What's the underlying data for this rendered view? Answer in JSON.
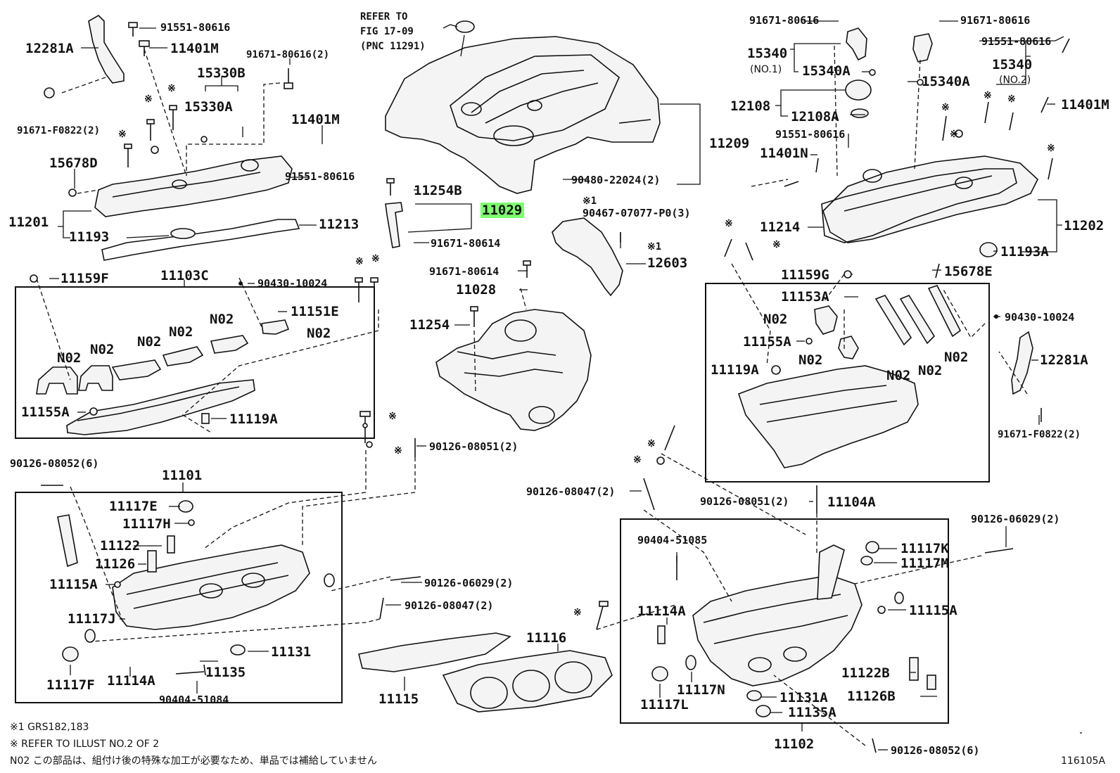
{
  "refer": {
    "l1": "REFER TO",
    "l2": "FIG 17-09",
    "l3": "(PNC 11291)"
  },
  "labels": {
    "p12281A_l": "12281A",
    "p91551_80616_a": "91551-80616",
    "p11401M_a": "11401M",
    "p91671_80616_2_a": "91671-80616(2)",
    "p15330B": "15330B",
    "p15330A": "15330A",
    "p91671_F0822_2_a": "91671-F0822(2)",
    "p11401M_b": "11401M",
    "p15678D": "15678D",
    "p91551_80616_b": "91551-80616",
    "p11201": "11201",
    "p11193": "11193",
    "p11213": "11213",
    "p11159F": "11159F",
    "p11103C": "11103C",
    "p90430_10024_a": "90430-10024",
    "p11151E": "11151E",
    "p11155A_l": "11155A",
    "p11119A_l": "11119A",
    "p11254B": "11254B",
    "p11029": "11029",
    "p91671_80614_a": "91671-80614",
    "p91671_80614_b": "91671-80614",
    "p11028": "11028",
    "p11254": "11254",
    "p90480": "90480-22024(2)",
    "p11209": "11209",
    "p90467": "90467-07077-P0(3)",
    "p12603": "12603",
    "p90126_08051_2_a": "90126-08051(2)",
    "p90126_08052_6_a": "90126-08052(6)",
    "p11101": "11101",
    "p11117E": "11117E",
    "p11117H": "11117H",
    "p11122": "11122",
    "p11126": "11126",
    "p11115A_l": "11115A",
    "p90126_06029_2_a": "90126-06029(2)",
    "p90126_08047_2_a": "90126-08047(2)",
    "p11117J": "11117J",
    "p11131": "11131",
    "p11135": "11135",
    "p11117F": "11117F",
    "p11114A_l": "11114A",
    "p90404_51084": "90404-51084",
    "p11116": "11116",
    "p11115": "11115",
    "p91671_80616_r1": "91671-80616",
    "p91671_80616_r2": "91671-80616",
    "p91551_80616_r": "91551-80616",
    "p15340_1": "15340",
    "no1": "(NO.1)",
    "p15340A_1": "15340A",
    "p15340_2": "15340",
    "no2": "(NO.2)",
    "p15340A_2": "15340A",
    "p12108": "12108",
    "p12108A": "12108A",
    "p91551_80616_r2": "91551-80616",
    "p11401N": "11401N",
    "p11401M_r": "11401M",
    "p11214": "11214",
    "p11202": "11202",
    "p11193A": "11193A",
    "p11159G": "11159G",
    "p15678E": "15678E",
    "p11153A": "11153A",
    "p90430_10024_r": "90430-10024",
    "p11155A_r": "11155A",
    "p11119A_r": "11119A",
    "p12281A_r": "12281A",
    "p91671_F0822_2_r": "91671-F0822(2)",
    "p90126_08047_2_r": "90126-08047(2)",
    "p90126_08051_2_r": "90126-08051(2)",
    "p11104A": "11104A",
    "p90126_06029_2_r": "90126-06029(2)",
    "p90404_51085": "90404-51085",
    "p11117K": "11117K",
    "p11117M": "11117M",
    "p11114A_r": "11114A",
    "p11115A_r": "11115A",
    "p11117N": "11117N",
    "p11117L": "11117L",
    "p11131A": "11131A",
    "p11135A": "11135A",
    "p11122B": "11122B",
    "p11126B": "11126B",
    "p11102": "11102",
    "p90126_08052_6_r": "90126-08052(6)",
    "n02": "N02",
    "kome": "※",
    "kome1": "※1"
  },
  "notes": {
    "n1": "※1 GRS182,183",
    "n2": "※ REFER TO ILLUST NO.2 OF 2",
    "n3": "N02 この部品は、組付け後の特殊な加工が必要なため、単品では補給していません",
    "fig": "116105A"
  },
  "colors": {
    "highlight": "#7dff6e",
    "ink": "#111111"
  }
}
